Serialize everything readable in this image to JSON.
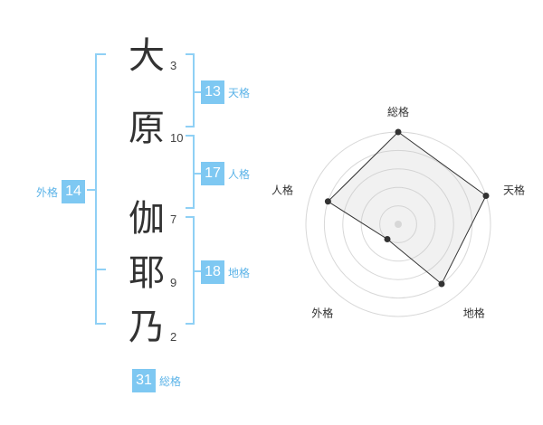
{
  "name": {
    "chars": [
      {
        "char": "大",
        "strokes": "3"
      },
      {
        "char": "原",
        "strokes": "10"
      },
      {
        "char": "伽",
        "strokes": "7"
      },
      {
        "char": "耶",
        "strokes": "9"
      },
      {
        "char": "乃",
        "strokes": "2"
      }
    ]
  },
  "fortunes": {
    "tenkaku": {
      "value": "13",
      "label": "天格"
    },
    "jinkaku": {
      "value": "17",
      "label": "人格"
    },
    "chikaku": {
      "value": "18",
      "label": "地格"
    },
    "gaikaku": {
      "value": "14",
      "label": "外格"
    },
    "soukaku": {
      "value": "31",
      "label": "総格"
    }
  },
  "colors": {
    "accent": "#7ec8f2",
    "label": "#5bb3e8",
    "bracket": "#8fd0f5"
  },
  "chart_data": {
    "type": "radar",
    "axes": [
      "総格",
      "天格",
      "地格",
      "外格",
      "人格"
    ],
    "values": [
      5,
      5,
      4,
      1,
      4
    ],
    "max": 5,
    "rings": 5
  }
}
